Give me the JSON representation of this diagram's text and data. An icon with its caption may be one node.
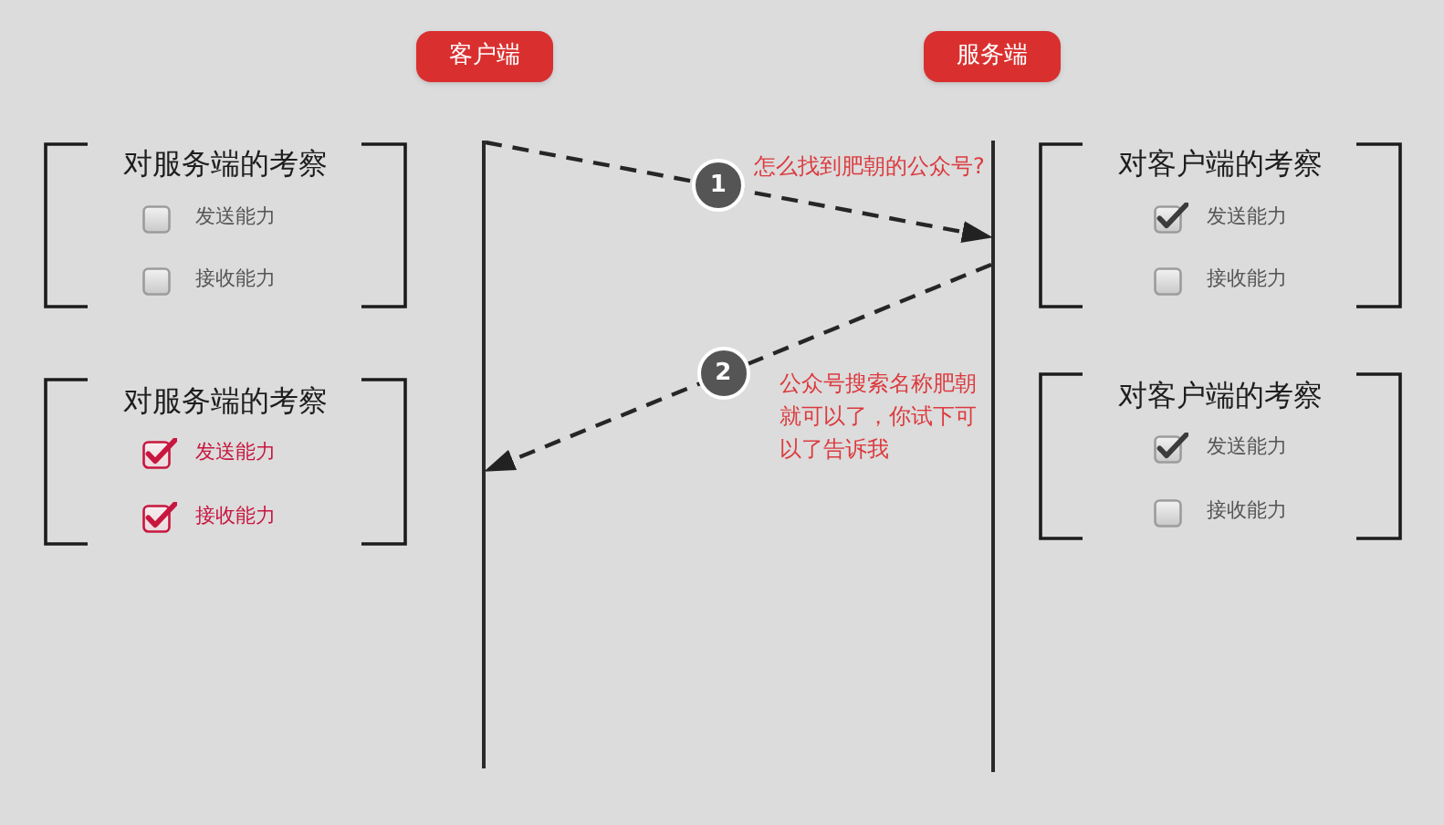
{
  "diagram": {
    "nodes": [
      {
        "text": [
          "客户端"
        ]
      },
      {
        "text": [
          "服务端"
        ]
      },
      {
        "text": [],
        "shape": "line"
      },
      {
        "text": [],
        "shape": "line"
      },
      {
        "text": [
          "对服务端的考察"
        ]
      },
      {
        "text": [
          "发送能力"
        ],
        "in": 4
      },
      {
        "text": [
          "接收能力"
        ],
        "in": 4
      },
      {
        "text": [
          "对客户端的考察"
        ]
      },
      {
        "text": [
          "发送能力"
        ],
        "in": 7
      },
      {
        "text": [
          "接收能力"
        ],
        "in": 7
      },
      {
        "text": [
          "对服务端的考察"
        ]
      },
      {
        "text": [
          "发送能力"
        ],
        "in": 10
      },
      {
        "text": [
          "接收能力"
        ],
        "in": 10
      },
      {
        "text": [
          "对客户端的考察"
        ]
      },
      {
        "text": [
          "发送能力"
        ],
        "in": 13
      },
      {
        "text": [
          "接收能力"
        ],
        "in": 13
      }
    ],
    "edges": [
      {
        "from": 2,
        "to": 3,
        "arrow": "to",
        "label": "1",
        "style": "dashed"
      },
      {
        "from": 3,
        "to": 2,
        "arrow": "to",
        "label": "2",
        "style": "dashed"
      }
    ],
    "labels": [
      "怎么找到肥朝的公众号?",
      "公众号搜索名称肥朝就可以了，你试下可以了告诉我"
    ]
  }
}
